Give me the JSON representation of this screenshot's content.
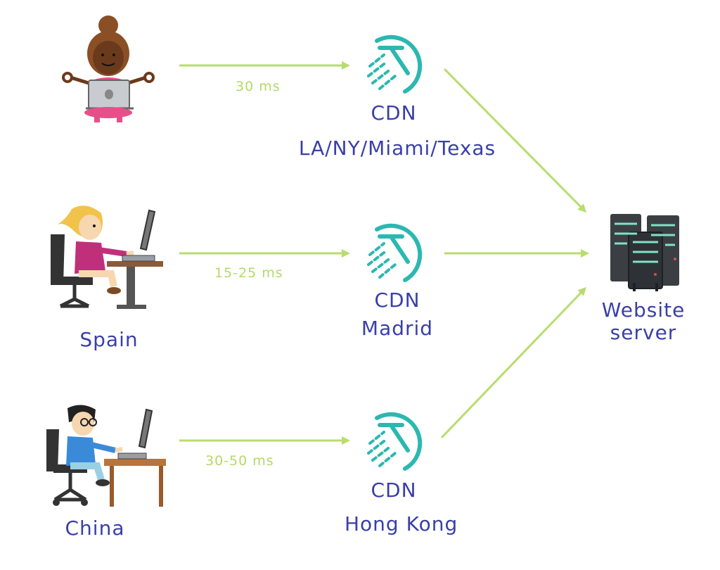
{
  "colors": {
    "arrow": "#b9dc6e",
    "label_blue": "#3a3fa8",
    "latency_green": "#b4d96a",
    "cdn_teal": "#2bb8b0",
    "server_dark": "#3b3f44",
    "server_light": "#7fe2c8"
  },
  "users": [
    {
      "location": "",
      "icon": "woman-laptop-icon"
    },
    {
      "location": "Spain",
      "icon": "girl-desk-icon"
    },
    {
      "location": "China",
      "icon": "boy-desk-icon"
    }
  ],
  "latencies": [
    "30 ms",
    "15-25 ms",
    "30-50 ms"
  ],
  "cdns": [
    {
      "name": "CDN",
      "region": "LA/NY/Miami/Texas",
      "icon": "cdn-logo-icon"
    },
    {
      "name": "CDN",
      "region": "Madrid",
      "icon": "cdn-logo-icon"
    },
    {
      "name": "CDN",
      "region": "Hong Kong",
      "icon": "cdn-logo-icon"
    }
  ],
  "server": {
    "line1": "Website",
    "line2": "server",
    "icon": "server-rack-icon"
  }
}
